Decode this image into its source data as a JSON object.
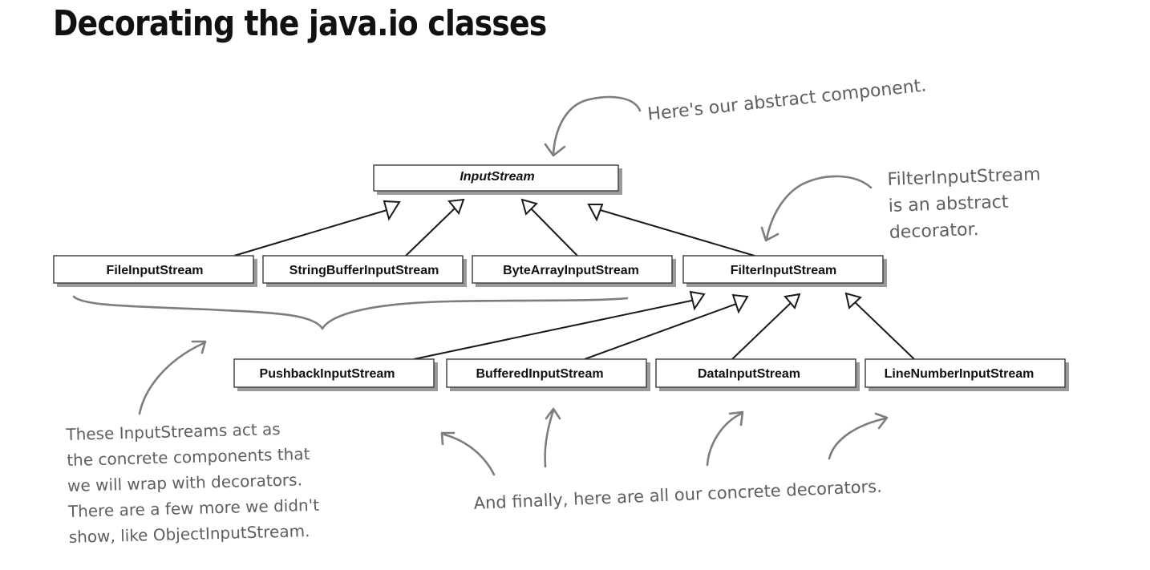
{
  "title": "Decorating the java.io classes",
  "diagram": {
    "nodes": {
      "input_stream": "InputStream",
      "file_input_stream": "FileInputStream",
      "string_buffer_input_stream": "StringBufferInputStream",
      "byte_array_input_stream": "ByteArrayInputStream",
      "filter_input_stream": "FilterInputStream",
      "pushback_input_stream": "PushbackInputStream",
      "buffered_input_stream": "BufferedInputStream",
      "data_input_stream": "DataInputStream",
      "line_number_input_stream": "LineNumberInputStream"
    },
    "edges": [
      {
        "from": "FileInputStream",
        "to": "InputStream"
      },
      {
        "from": "StringBufferInputStream",
        "to": "InputStream"
      },
      {
        "from": "ByteArrayInputStream",
        "to": "InputStream"
      },
      {
        "from": "FilterInputStream",
        "to": "InputStream"
      },
      {
        "from": "PushbackInputStream",
        "to": "FilterInputStream"
      },
      {
        "from": "BufferedInputStream",
        "to": "FilterInputStream"
      },
      {
        "from": "DataInputStream",
        "to": "FilterInputStream"
      },
      {
        "from": "LineNumberInputStream",
        "to": "FilterInputStream"
      }
    ]
  },
  "notes": {
    "abstract_component": "Here's our abstract component.",
    "abstract_decorator": "FilterInputStream\nis an abstract\ndecorator.",
    "concrete_components": "These InputStreams act as\nthe concrete components that\nwe will wrap with decorators.\nThere are a few more we didn't\nshow, like ObjectInputStream.",
    "concrete_decorators": "And finally, here are all our concrete decorators."
  }
}
